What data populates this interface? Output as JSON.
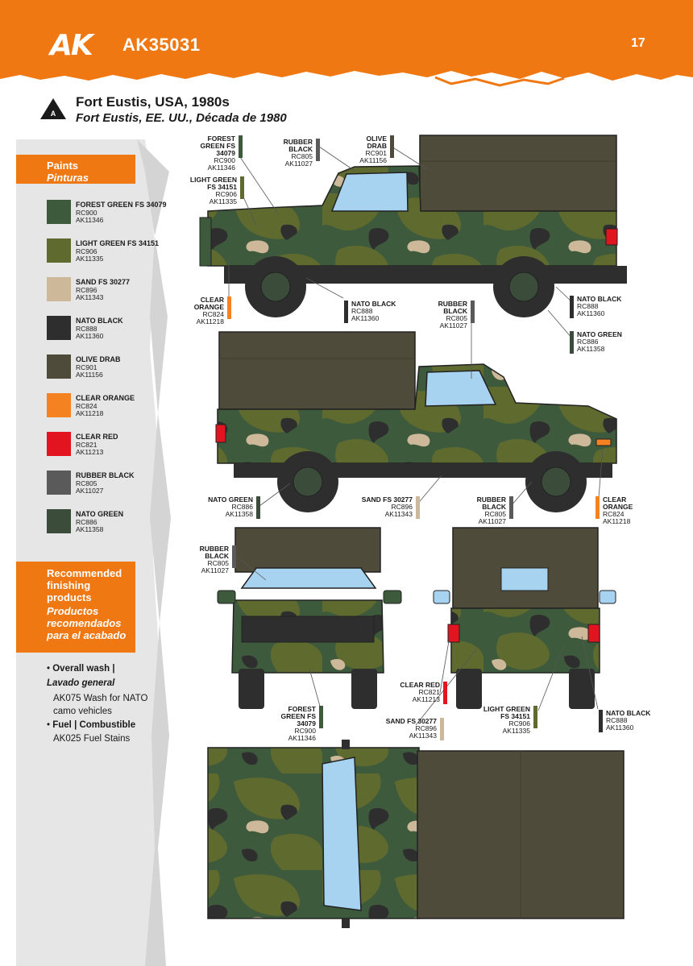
{
  "header": {
    "brand": "AK",
    "code": "AK35031",
    "page": "17"
  },
  "title": {
    "badge": "A",
    "en": "Fort Eustis, USA, 1980s",
    "es": "Fort Eustis, EE. UU., Década de 1980"
  },
  "paints_heading": {
    "en": "Paints",
    "es": "Pinturas"
  },
  "paints": [
    {
      "name": "FOREST GREEN FS 34079",
      "rc": "RC900",
      "ak": "AK11346",
      "color": "#3d5a3c"
    },
    {
      "name": "LIGHT GREEN FS 34151",
      "rc": "RC906",
      "ak": "AK11335",
      "color": "#5f6a2e"
    },
    {
      "name": "SAND FS 30277",
      "rc": "RC896",
      "ak": "AK11343",
      "color": "#cdb99a"
    },
    {
      "name": "NATO BLACK",
      "rc": "RC888",
      "ak": "AK11360",
      "color": "#2e2e2e"
    },
    {
      "name": "OLIVE DRAB",
      "rc": "RC901",
      "ak": "AK11156",
      "color": "#4f4b3a"
    },
    {
      "name": "CLEAR ORANGE",
      "rc": "RC824",
      "ak": "AK11218",
      "color": "#f58220"
    },
    {
      "name": "CLEAR RED",
      "rc": "RC821",
      "ak": "AK11213",
      "color": "#e2141f"
    },
    {
      "name": "RUBBER BLACK",
      "rc": "RC805",
      "ak": "AK11027",
      "color": "#5a5a5a"
    },
    {
      "name": "NATO GREEN",
      "rc": "RC886",
      "ak": "AK11358",
      "color": "#3b4c3b"
    }
  ],
  "finishing_heading": {
    "en": "Recommended finishing products",
    "es": "Productos recomendados para el acabado"
  },
  "finishing": [
    {
      "title_en": "Overall wash |",
      "title_es": "Lavado general",
      "product": "AK075 Wash for NATO camo vehicles"
    },
    {
      "title_en": "Fuel | Combustible",
      "product": "AK025 Fuel Stains"
    }
  ],
  "callouts": [
    {
      "name": "FOREST GREEN FS 34079",
      "rc": "RC900",
      "ak": "AK11346"
    },
    {
      "name": "RUBBER BLACK",
      "rc": "RC805",
      "ak": "AK11027"
    },
    {
      "name": "OLIVE DRAB",
      "rc": "RC901",
      "ak": "AK11156"
    },
    {
      "name": "LIGHT GREEN FS 34151",
      "rc": "RC906",
      "ak": "AK11335"
    },
    {
      "name": "CLEAR ORANGE",
      "rc": "RC824",
      "ak": "AK11218"
    },
    {
      "name": "NATO BLACK",
      "rc": "RC888",
      "ak": "AK11360"
    },
    {
      "name": "RUBBER BLACK",
      "rc": "RC805",
      "ak": "AK11027"
    },
    {
      "name": "NATO BLACK",
      "rc": "RC888",
      "ak": "AK11360"
    },
    {
      "name": "NATO GREEN",
      "rc": "RC886",
      "ak": "AK11358"
    },
    {
      "name": "NATO GREEN",
      "rc": "RC886",
      "ak": "AK11358"
    },
    {
      "name": "SAND FS 30277",
      "rc": "RC896",
      "ak": "AK11343"
    },
    {
      "name": "RUBBER BLACK",
      "rc": "RC805",
      "ak": "AK11027"
    },
    {
      "name": "CLEAR ORANGE",
      "rc": "RC824",
      "ak": "AK11218"
    },
    {
      "name": "RUBBER BLACK",
      "rc": "RC805",
      "ak": "AK11027"
    },
    {
      "name": "CLEAR RED",
      "rc": "RC821",
      "ak": "AK11213"
    },
    {
      "name": "FOREST GREEN FS 34079",
      "rc": "RC900",
      "ak": "AK11346"
    },
    {
      "name": "SAND FS 30277",
      "rc": "RC896",
      "ak": "AK11343"
    },
    {
      "name": "LIGHT GREEN FS 34151",
      "rc": "RC906",
      "ak": "AK11335"
    },
    {
      "name": "NATO BLACK",
      "rc": "RC888",
      "ak": "AK11360"
    }
  ]
}
